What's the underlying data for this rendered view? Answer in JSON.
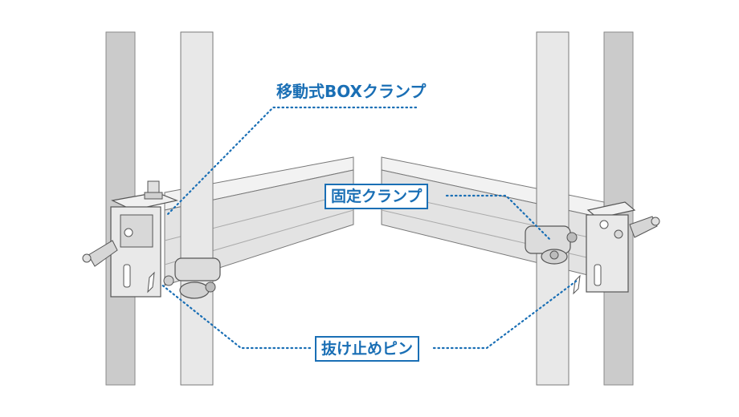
{
  "labels": {
    "movable_box_clamp": "移動式BOXクランプ",
    "fixed_clamp": "固定クランプ",
    "retaining_pin": "抜け止めピン"
  },
  "colors": {
    "accent": "#1a6fb5",
    "pipe_dark": "#c9c9c9",
    "pipe_light": "#e6e6e6",
    "beam": "#ececec",
    "outline": "#555555"
  }
}
